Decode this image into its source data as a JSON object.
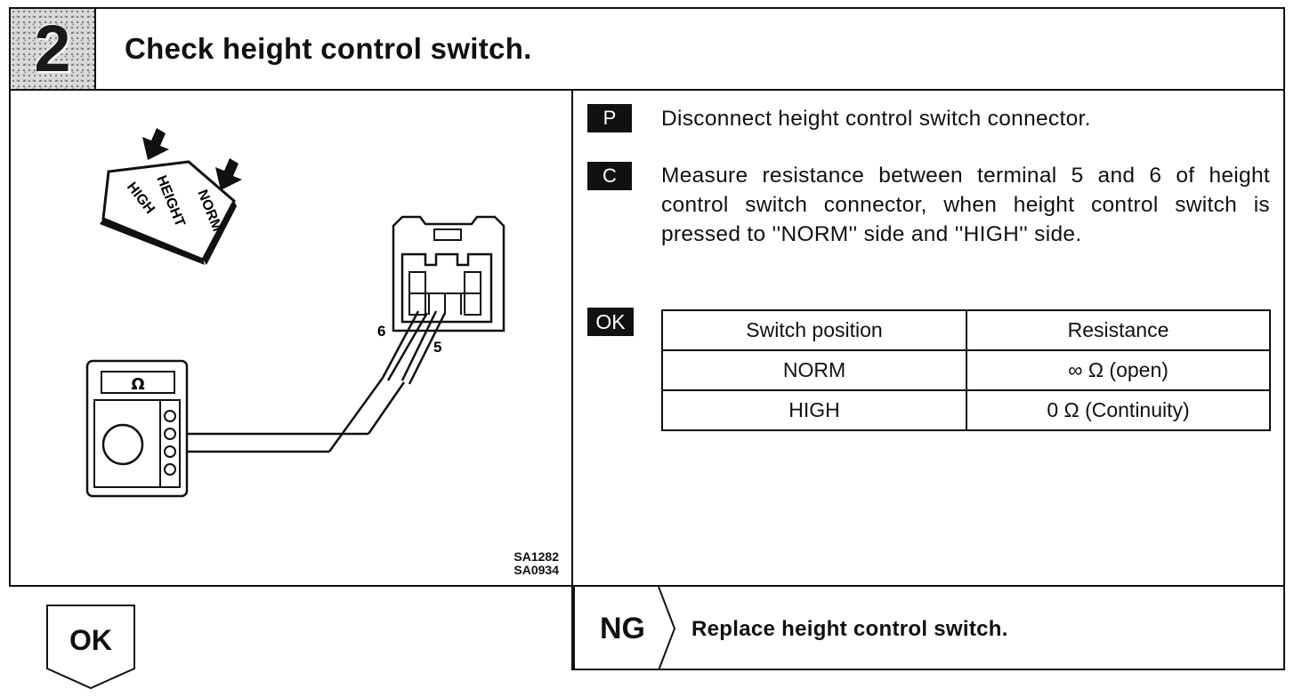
{
  "header": {
    "step_number": "2",
    "title": "Check height control switch."
  },
  "figure": {
    "switch_labels": [
      "HIGH",
      "HEIGHT",
      "NORM"
    ],
    "meter_symbol": "Ω",
    "terminal_labels": [
      "6",
      "5"
    ],
    "figure_codes": [
      "SA1282",
      "SA0934"
    ]
  },
  "instructions": [
    {
      "tag": "P",
      "text": "Disconnect height control switch connector."
    },
    {
      "tag": "C",
      "text": "Measure resistance between terminal 5 and 6 of height control switch connector, when height control switch is pressed to ''NORM'' side and ''HIGH'' side."
    }
  ],
  "ok_tag": "OK",
  "table": {
    "headers": [
      "Switch position",
      "Resistance"
    ],
    "rows": [
      [
        "NORM",
        "∞ Ω (open)"
      ],
      [
        "HIGH",
        "0 Ω (Continuity)"
      ]
    ]
  },
  "result_ng": {
    "label": "NG",
    "text": "Replace height control switch."
  },
  "result_ok": {
    "label": "OK"
  }
}
